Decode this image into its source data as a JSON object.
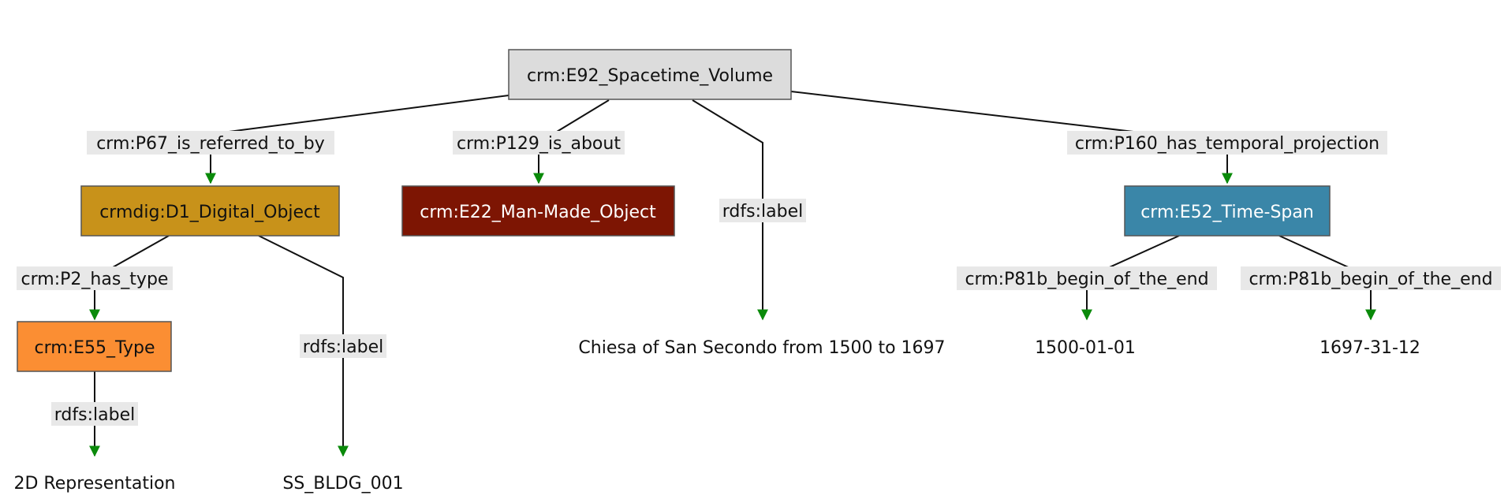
{
  "nodes": {
    "spacetime": {
      "label": "crm:E92_Spacetime_Volume",
      "fill": "#dcdcdc",
      "text_color": "#111111"
    },
    "digital": {
      "label": "crmdig:D1_Digital_Object",
      "fill": "#c8921a",
      "text_color": "#111111"
    },
    "manmade": {
      "label": "crm:E22_Man-Made_Object",
      "fill": "#7d1503",
      "text_color": "#ffffff"
    },
    "timespan": {
      "label": "crm:E52_Time-Span",
      "fill": "#3a86a8",
      "text_color": "#ffffff"
    },
    "type": {
      "label": "crm:E55_Type",
      "fill": "#fb8e33",
      "text_color": "#111111"
    }
  },
  "literals": {
    "chiesa": "Chiesa of San Secondo from 1500 to 1697",
    "begin": "1500-01-01",
    "end": "1697-31-12",
    "representation": "2D Representation",
    "bldg": "SS_BLDG_001"
  },
  "edges": {
    "referred": "crm:P67_is_referred_to_by",
    "about": "crm:P129_is_about",
    "label_main": "rdfs:label",
    "temporal": "crm:P160_has_temporal_projection",
    "has_type": "crm:P2_has_type",
    "label_digital": "rdfs:label",
    "begin1": "crm:P81b_begin_of_the_end",
    "begin2": "crm:P81b_begin_of_the_end",
    "label_type": "rdfs:label"
  },
  "colors": {
    "edge_line": "#111111",
    "arrow_head": "#0a8a0a",
    "label_bg": "#e8e8e8",
    "node_border": "#555555"
  }
}
